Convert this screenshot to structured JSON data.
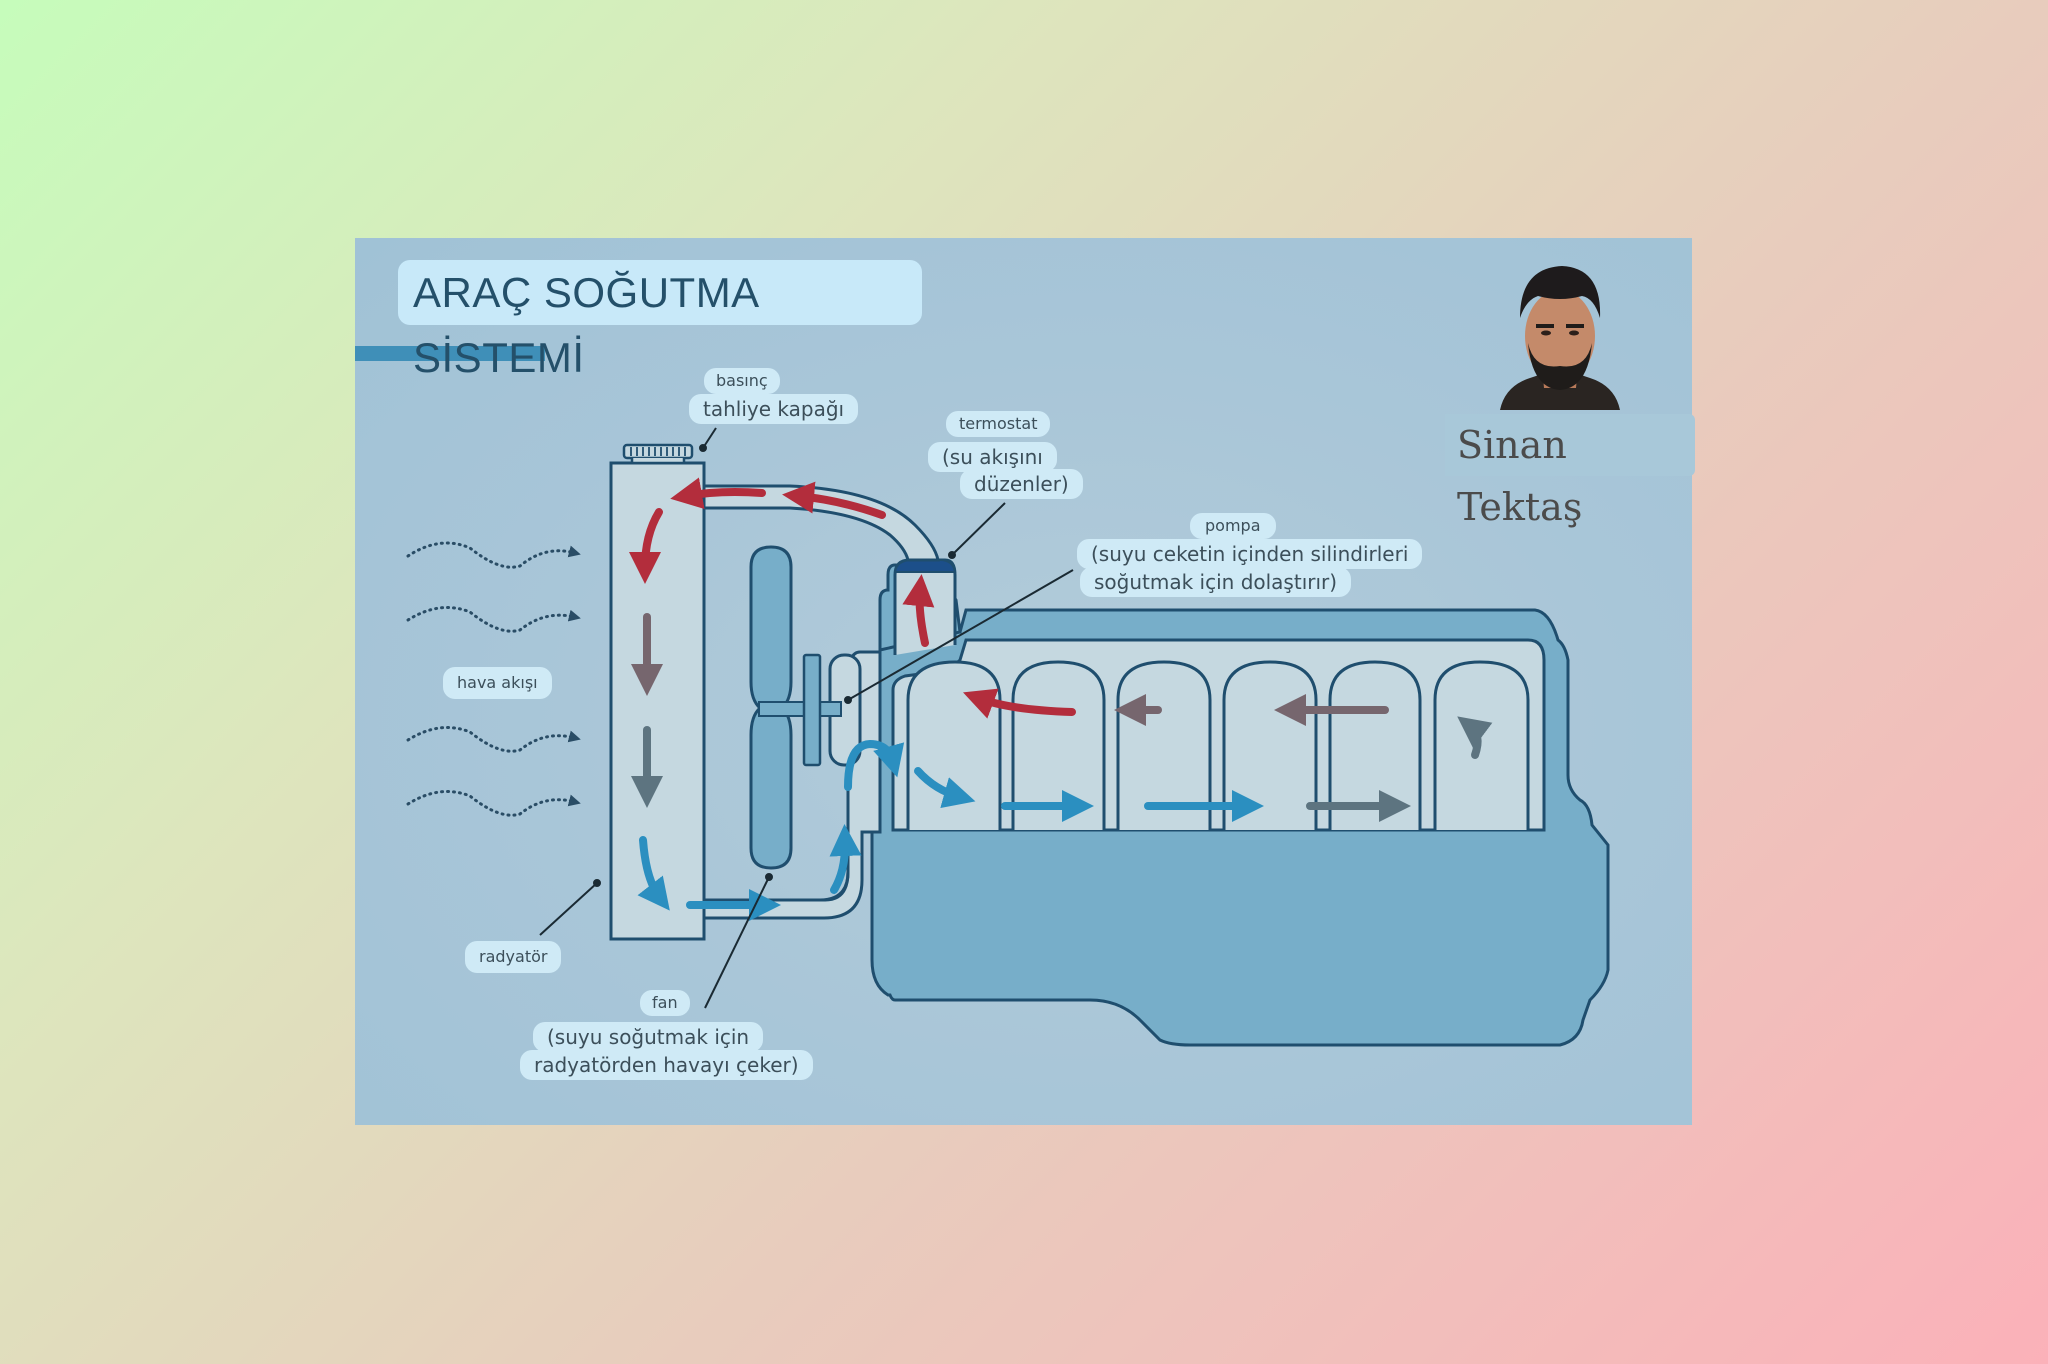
{
  "title": "ARAÇ SOĞUTMA SİSTEMİ",
  "author": {
    "name": "Sinan Tektaş",
    "avatar_icon": "person-portrait-icon"
  },
  "labels": {
    "cap": {
      "line1": "basınç",
      "line2": "tahliye kapağı"
    },
    "thermostat": {
      "line1": "termostat",
      "line2": "(su akışını",
      "line3": "düzenler)"
    },
    "pump": {
      "line1": "pompa",
      "line2": "(suyu ceketin içinden silindirleri",
      "line3": "soğutmak için dolaştırır)"
    },
    "airflow": "hava akışı",
    "radiator": "radyatör",
    "fan": {
      "line1": "fan",
      "line2": "(suyu soğutmak için",
      "line3": "radyatörden havayı çeker)"
    }
  },
  "colors": {
    "background_start": "#c6fcbb",
    "background_end": "#fbb1b9",
    "panel": "#a9c6d8",
    "title_pill": "#c8e9f9",
    "title_text": "#24506a",
    "accent_bar": "#3f8fb8",
    "outline": "#1f4e6e",
    "hot_arrow": "#b32d3c",
    "warm_arrow": "#76666e",
    "mid_arrow": "#5d7480",
    "cool_arrow": "#2b8fc0",
    "engine_fill": "#77aec9",
    "component_fill": "#c5d8e0"
  },
  "cylinders": 6
}
